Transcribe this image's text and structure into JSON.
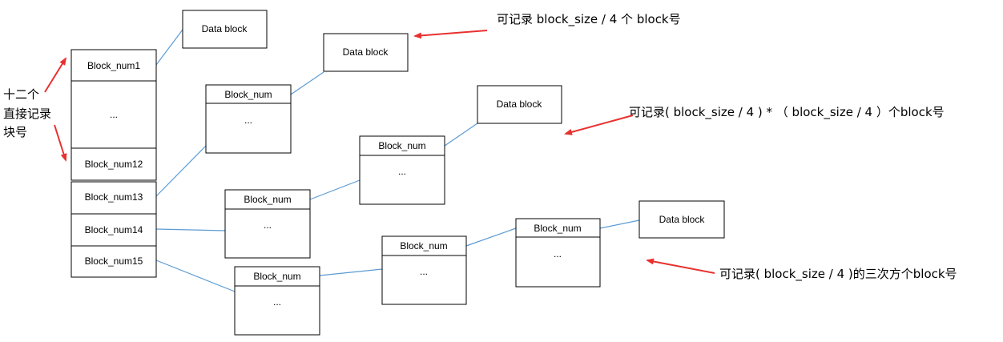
{
  "colors": {
    "connector": "#5b9bd5",
    "arrow": "#e8312f",
    "box_border": "#000000"
  },
  "side_label_lines": [
    "十二个",
    "直接记录",
    "块号"
  ],
  "inode": {
    "block_num1": "Block_num1",
    "ellipsis": "...",
    "block_num12": "Block_num12",
    "block_num13": "Block_num13",
    "block_num14": "Block_num14",
    "block_num15": "Block_num15"
  },
  "data_block_label": "Data block",
  "index_block": {
    "header": "Block_num",
    "body": "..."
  },
  "annotations": {
    "single": "可记录 block_size / 4 个 block号",
    "double": "可记录( block_size / 4 ) * （ block_size / 4 ）个block号",
    "triple": "可记录( block_size / 4 )的三次方个block号"
  }
}
